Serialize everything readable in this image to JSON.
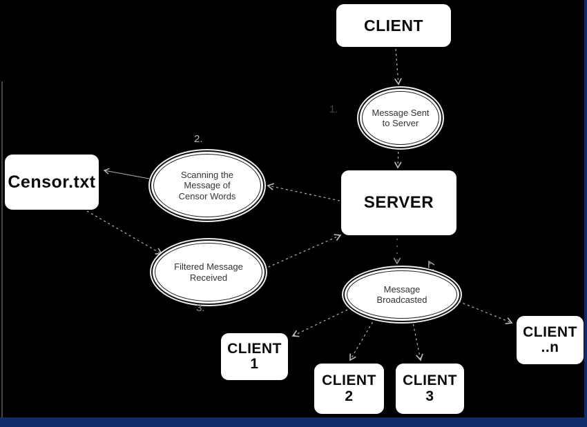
{
  "canvas": {
    "background": "#000000",
    "frame_bottom_color": "#0f2d6b",
    "frame_right_color": "#0f2d6b"
  },
  "nodes": {
    "client_top": {
      "label": "CLIENT"
    },
    "server": {
      "label": "SERVER"
    },
    "censor_file": {
      "label": "Censor.txt"
    },
    "client1": {
      "label": "CLIENT",
      "number": "1"
    },
    "client2": {
      "label": "CLIENT",
      "number": "2"
    },
    "client3": {
      "label": "CLIENT",
      "number": "3"
    },
    "clientn": {
      "label": "CLIENT",
      "number": "..n"
    }
  },
  "ellipses": {
    "message_sent": {
      "line1": "Message Sent",
      "line2": "to Server"
    },
    "scanning": {
      "line1": "Scanning the",
      "line2": "Message of",
      "line3": "Censor Words"
    },
    "filtered": {
      "line1": "Filtered Message",
      "line2": "Received"
    },
    "broadcast": {
      "line1": "Message",
      "line2": "Broadcasted"
    }
  },
  "step_labels": {
    "one": {
      "text": "1.",
      "color": "#44444c"
    },
    "two": {
      "text": "2.",
      "color": "#b5b5b5"
    },
    "three": {
      "text": "3.",
      "color": "#8f8f8f"
    }
  },
  "edges": [
    {
      "from": "client_top",
      "to": "message_sent",
      "style": "dashed-arrow"
    },
    {
      "from": "message_sent",
      "to": "server",
      "style": "dashed-arrow"
    },
    {
      "from": "server",
      "to": "scanning",
      "style": "dashed-arrow"
    },
    {
      "from": "scanning",
      "to": "censor_file",
      "style": "solid-arrow"
    },
    {
      "from": "censor_file",
      "to": "filtered",
      "style": "dashed-arrow"
    },
    {
      "from": "filtered",
      "to": "server",
      "style": "dashed-arrow"
    },
    {
      "from": "server",
      "to": "broadcast",
      "style": "dashed-arrow"
    },
    {
      "from": "broadcast",
      "to": "server",
      "style": "dashed-arrow"
    },
    {
      "from": "broadcast",
      "to": "client1",
      "style": "dashed-arrow"
    },
    {
      "from": "broadcast",
      "to": "client2",
      "style": "dashed-arrow"
    },
    {
      "from": "broadcast",
      "to": "client3",
      "style": "dashed-arrow"
    },
    {
      "from": "broadcast",
      "to": "clientn",
      "style": "dashed-arrow"
    }
  ]
}
